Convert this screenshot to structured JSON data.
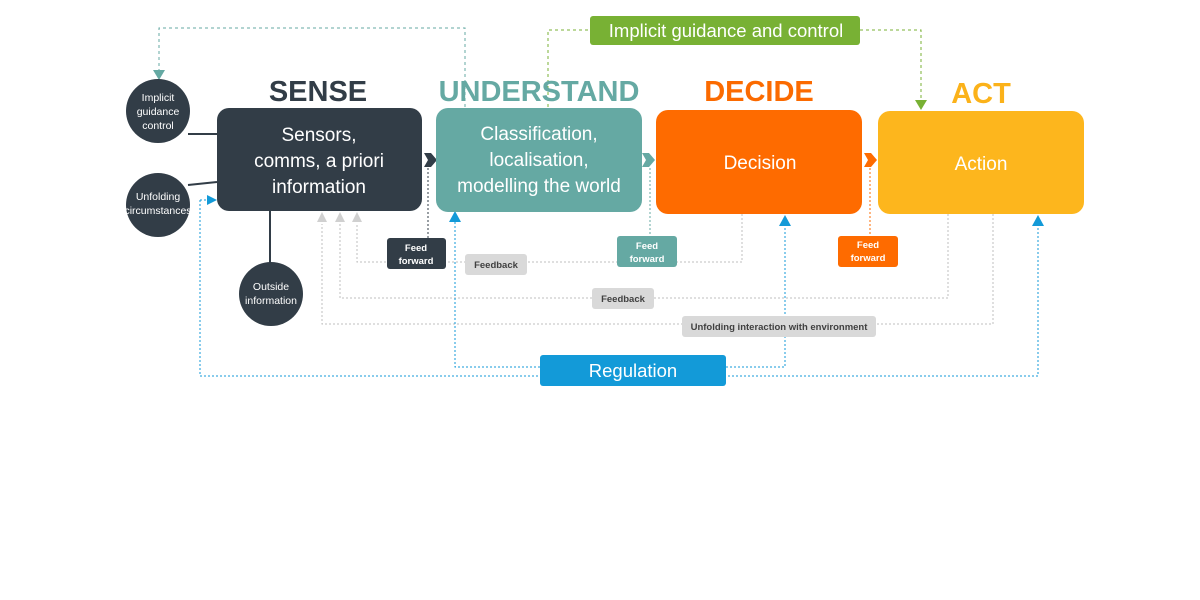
{
  "stages": [
    {
      "title": "SENSE",
      "title_color": "#323d47",
      "box_color": "#323d47",
      "lines": [
        "Sensors,",
        "comms, a priori",
        "information"
      ]
    },
    {
      "title": "UNDERSTAND",
      "title_color": "#65a9a3",
      "box_color": "#65a9a3",
      "lines": [
        "Classification,",
        "localisation,",
        "modelling the world"
      ]
    },
    {
      "title": "DECIDE",
      "title_color": "#fb6a00",
      "box_color": "#fe6b00",
      "lines": [
        "Decision"
      ]
    },
    {
      "title": "ACT",
      "title_color": "#fbb21a",
      "box_color": "#fdb61d",
      "lines": [
        "Action"
      ]
    }
  ],
  "inputs": [
    {
      "lines": [
        "Implicit",
        "guidance",
        "control"
      ]
    },
    {
      "lines": [
        "Unfolding",
        "circumstances"
      ]
    },
    {
      "lines": [
        "Outside",
        "information"
      ]
    }
  ],
  "banners": {
    "implicit_guidance": {
      "text": "Implicit guidance and control",
      "color": "#78b134"
    },
    "regulation": {
      "text": "Regulation",
      "color": "#139ad8"
    }
  },
  "tags": [
    {
      "lines": [
        "Feed",
        "forward"
      ],
      "bg": "#323d47",
      "fg": "#ffffff"
    },
    {
      "lines": [
        "Feedback"
      ],
      "bg": "#d9d9d9",
      "fg": "#404040"
    },
    {
      "lines": [
        "Feed",
        "forward"
      ],
      "bg": "#65a9a3",
      "fg": "#ffffff"
    },
    {
      "lines": [
        "Feed",
        "forward"
      ],
      "bg": "#fe6b00",
      "fg": "#ffffff"
    },
    {
      "lines": [
        "Feedback"
      ],
      "bg": "#d9d9d9",
      "fg": "#404040"
    },
    {
      "lines": [
        "Unfolding interaction with environment"
      ],
      "bg": "#d9d9d9",
      "fg": "#404040"
    }
  ],
  "colors": {
    "dark": "#323d47",
    "teal": "#65a9a3",
    "orange": "#fe6b00",
    "yellow": "#fdb61d",
    "green": "#78b134",
    "blue": "#139ad8",
    "grey_line": "#bfbfbf"
  }
}
